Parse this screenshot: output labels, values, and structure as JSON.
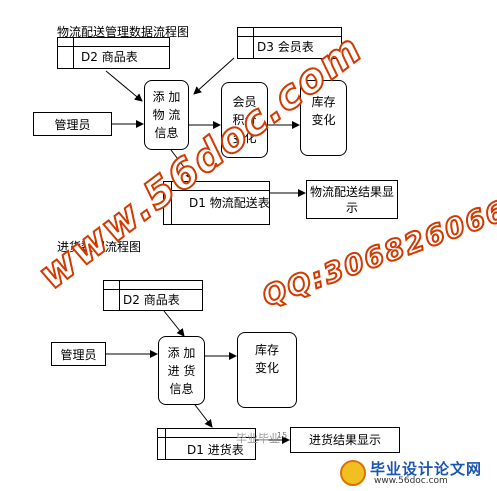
{
  "diagram1": {
    "title": "物流配送管理数据流程图",
    "store_d2": "D2 商品表",
    "store_d3": "D3 会员表",
    "entity_admin": "管理员",
    "process_add": "添 加\n物 流\n信息",
    "process_points": "会员\n积分\n变化",
    "process_stock": "库存\n变化",
    "store_d1": "D1 物流配送表",
    "output": "物流配送结果显\n示"
  },
  "diagram2": {
    "title": "进货数据流程图",
    "store_d2": "D2 商品表",
    "entity_admin": "管理员",
    "process_add": "添 加\n进 货\n信息",
    "process_stock": "库存\n变化",
    "store_d1": "D1 进货表",
    "output": "进货结果显示",
    "page_number": "15"
  },
  "watermark": {
    "site": "www.56doc.com",
    "qq": "QQ:306826066",
    "small": "毕业毕业"
  },
  "logo": {
    "title": "毕业设计论文网",
    "url": "www.56doc.com"
  },
  "colors": {
    "watermark": "#d23a00",
    "logo_blue": "#1a55b0"
  }
}
